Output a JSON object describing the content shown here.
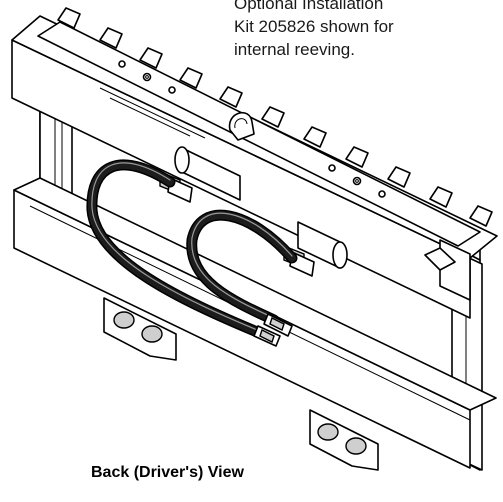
{
  "annotation": {
    "lines": [
      "Optional Installation",
      "Kit 205826 shown for",
      "internal reeving."
    ]
  },
  "caption": "Back (Driver's) View"
}
